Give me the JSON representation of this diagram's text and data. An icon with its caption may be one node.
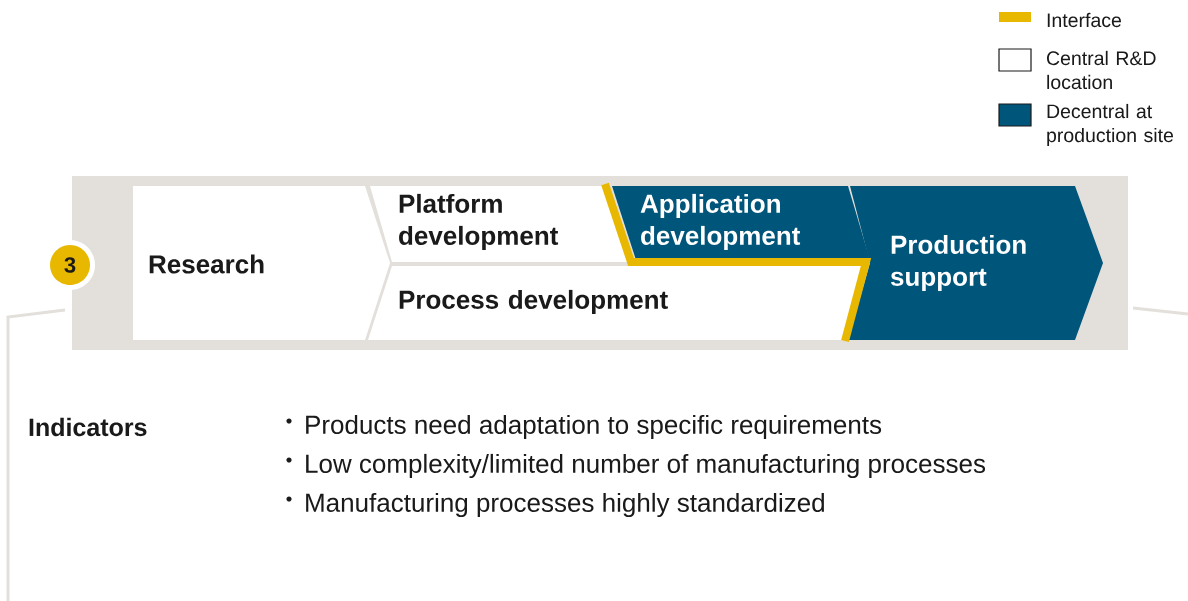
{
  "diagram": {
    "nodes": [
      {
        "text": [],
        "shape": "band"
      },
      {
        "text": [
          "Research"
        ],
        "in": 0
      },
      {
        "text": [
          "Platform development"
        ],
        "in": 0
      },
      {
        "text": [
          "Application development"
        ],
        "in": 0
      },
      {
        "text": [
          "Process development"
        ],
        "in": 0
      },
      {
        "text": [
          "Production support"
        ],
        "in": 0
      },
      {
        "text": [
          "3"
        ]
      }
    ],
    "labels": [
      "Indicators",
      "Products need adaptation to specific requirements",
      "Low complexity/limited number of manufacturing processes",
      "Manufacturing processes highly standardized"
    ],
    "legend": [
      {
        "text": "Interface",
        "color": "#e8b800"
      },
      {
        "text": "Central R&D location"
      },
      {
        "text": "Decentral at production site",
        "color": "#00557a"
      }
    ]
  }
}
